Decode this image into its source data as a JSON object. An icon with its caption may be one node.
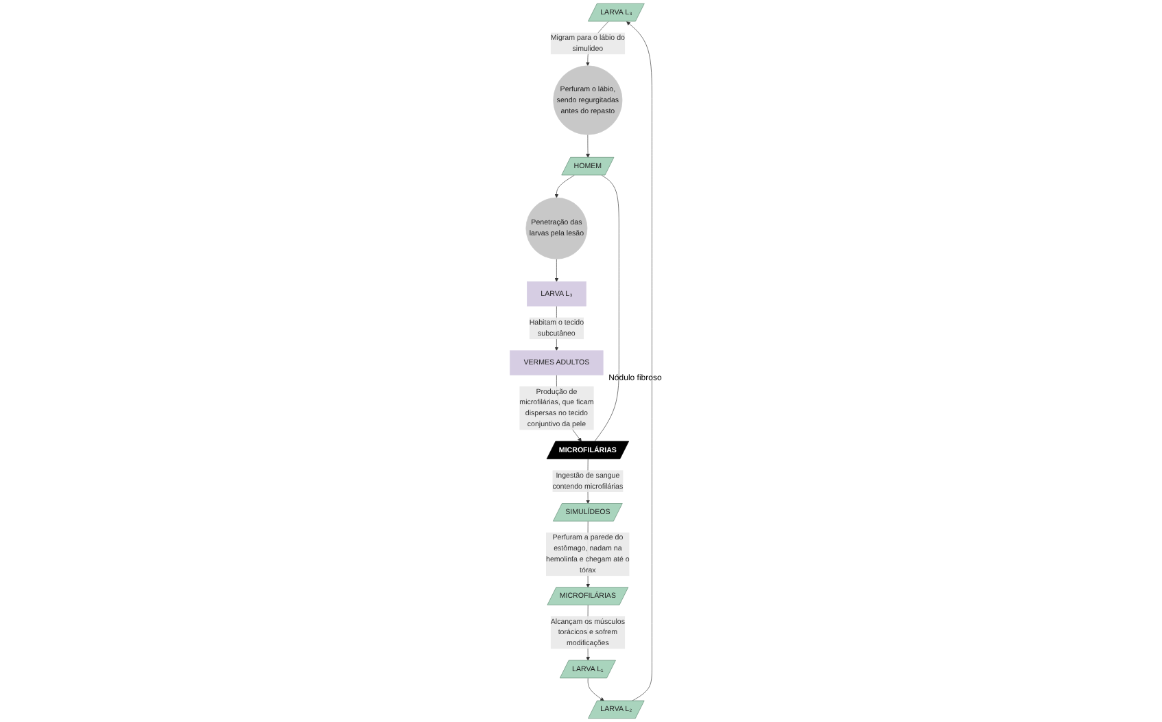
{
  "diagram": {
    "nodes": [
      {
        "text": [
          "LARVA L₃"
        ]
      },
      {
        "text": [
          "Perfuram o lábio, sendo regurgitadas antes do repasto"
        ]
      },
      {
        "text": [
          "Penetração das larvas pela lesão"
        ]
      },
      {
        "text": [
          "LARVA L₂"
        ]
      },
      {
        "text": [
          "LARVA L₁"
        ]
      },
      {
        "text": [
          "HOMEM"
        ]
      },
      {
        "text": [
          "LARVA L₃"
        ]
      },
      {
        "text": [
          "MICROFILÁRIAS"
        ]
      },
      {
        "text": [
          "MICROFILÁRIAS"
        ]
      },
      {
        "text": [
          "VERMES ADULTOS"
        ],
        "beside": [
          "Nódulo fibroso"
        ]
      },
      {
        "text": [
          "SIMULÍDEOS"
        ]
      }
    ],
    "edges": [
      {
        "from": 4,
        "to": 3,
        "arrow": "to"
      },
      {
        "from": 3,
        "to": 0,
        "arrow": "to"
      },
      {
        "from": 0,
        "to": 1,
        "arrow": "to",
        "label": "Migram para o lábio do simulideo"
      },
      {
        "from": 1,
        "to": 5,
        "arrow": "to"
      },
      {
        "from": 5,
        "to": 2,
        "arrow": "to"
      },
      {
        "from": 2,
        "to": 6,
        "arrow": "to"
      },
      {
        "from": 6,
        "to": 9,
        "arrow": "to",
        "label": "Habitam o tecido subcutâneo"
      },
      {
        "from": 9,
        "to": 8,
        "arrow": "to",
        "label": "Produção de microfilárias, que ficam dispersas no tecido conjuntivo da pele"
      },
      {
        "from": 8,
        "to": 10,
        "arrow": "to",
        "label": "Ingestão de sangue contendo microfilárias"
      },
      {
        "from": 10,
        "to": 7,
        "arrow": "to",
        "label": "Perfuram a parede do estômago, nadam na hemolinfa e chegam até o tórax"
      },
      {
        "from": 7,
        "to": 4,
        "arrow": "to",
        "label": "Alcançam os músculos torácicos e sofrem modificações"
      },
      {
        "from": 5,
        "to": 8,
        "arrow": "none"
      }
    ]
  }
}
